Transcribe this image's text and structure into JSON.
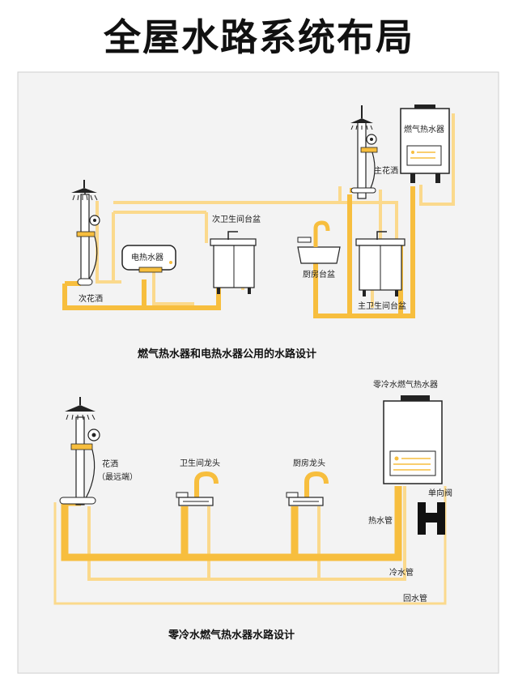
{
  "title": "全屋水路系统布局",
  "colors": {
    "pipe": "#F7BE3E",
    "pipe_light": "#FBD98C",
    "appliance": "#ffffff",
    "stroke": "#222222",
    "valve": "#111111"
  },
  "section1": {
    "caption": "燃气热水器和电热水器公用的水路设计",
    "labels": {
      "secondary_shower": "次花洒",
      "electric_heater": "电热水器",
      "secondary_basin": "次卫生间台盆",
      "kitchen_basin": "厨房台盆",
      "main_shower": "主花洒",
      "gas_heater": "燃气热水器",
      "main_basin": "主卫生间台盆"
    }
  },
  "section2": {
    "caption": "零冷水燃气热水器水路设计",
    "labels": {
      "heater": "零冷水燃气热水器",
      "shower_line1": "花洒",
      "shower_line2": "（最远端）",
      "bath_faucet": "卫生间龙头",
      "kitchen_faucet": "厨房龙头",
      "check_valve": "单向阀",
      "hot_pipe": "热水管",
      "cold_pipe": "冷水管",
      "return_pipe": "回水管"
    }
  }
}
